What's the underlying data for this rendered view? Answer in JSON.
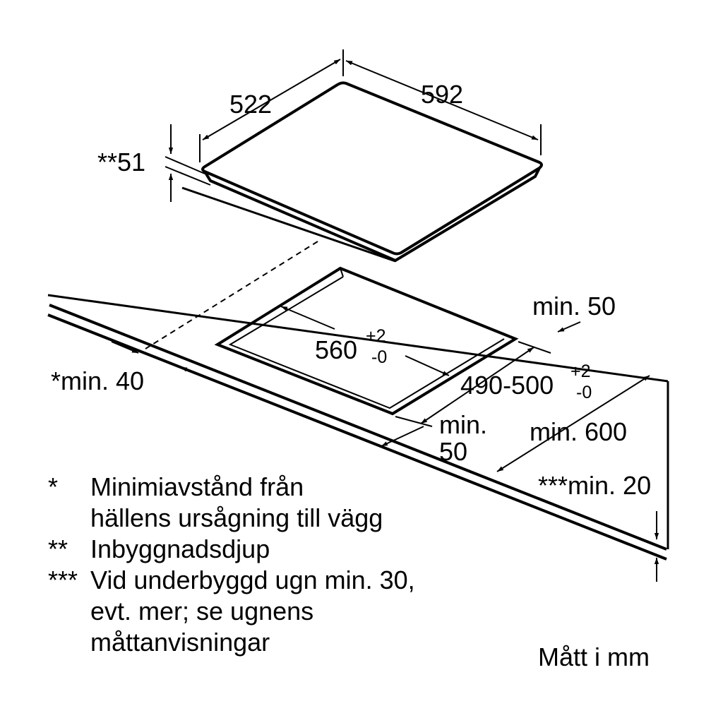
{
  "dimensions": {
    "hob_depth": "522",
    "hob_width": "592",
    "install_depth": "**51",
    "cutout_width": "560",
    "cutout_width_tol_plus": "+2",
    "cutout_width_tol_minus": "-0",
    "cutout_depth": "490-500",
    "cutout_depth_tol_plus": "+2",
    "cutout_depth_tol_minus": "-0",
    "back_min": "min. 50",
    "wall_min": "*min. 40",
    "front_min_a": "min.",
    "front_min_b": "50",
    "worktop_depth_min": "min. 600",
    "worktop_thickness_min": "***min. 20"
  },
  "legend": [
    {
      "mark": "*",
      "lines": [
        "Minimiavstånd från",
        "hällens ursågning till vägg"
      ]
    },
    {
      "mark": "**",
      "lines": [
        "Inbyggnadsdjup"
      ]
    },
    {
      "mark": "***",
      "lines": [
        "Vid underbyggd ugn min. 30,",
        "evt. mer; se ugnens",
        "måttanvisningar"
      ]
    }
  ],
  "unit_label": "Mått i mm"
}
